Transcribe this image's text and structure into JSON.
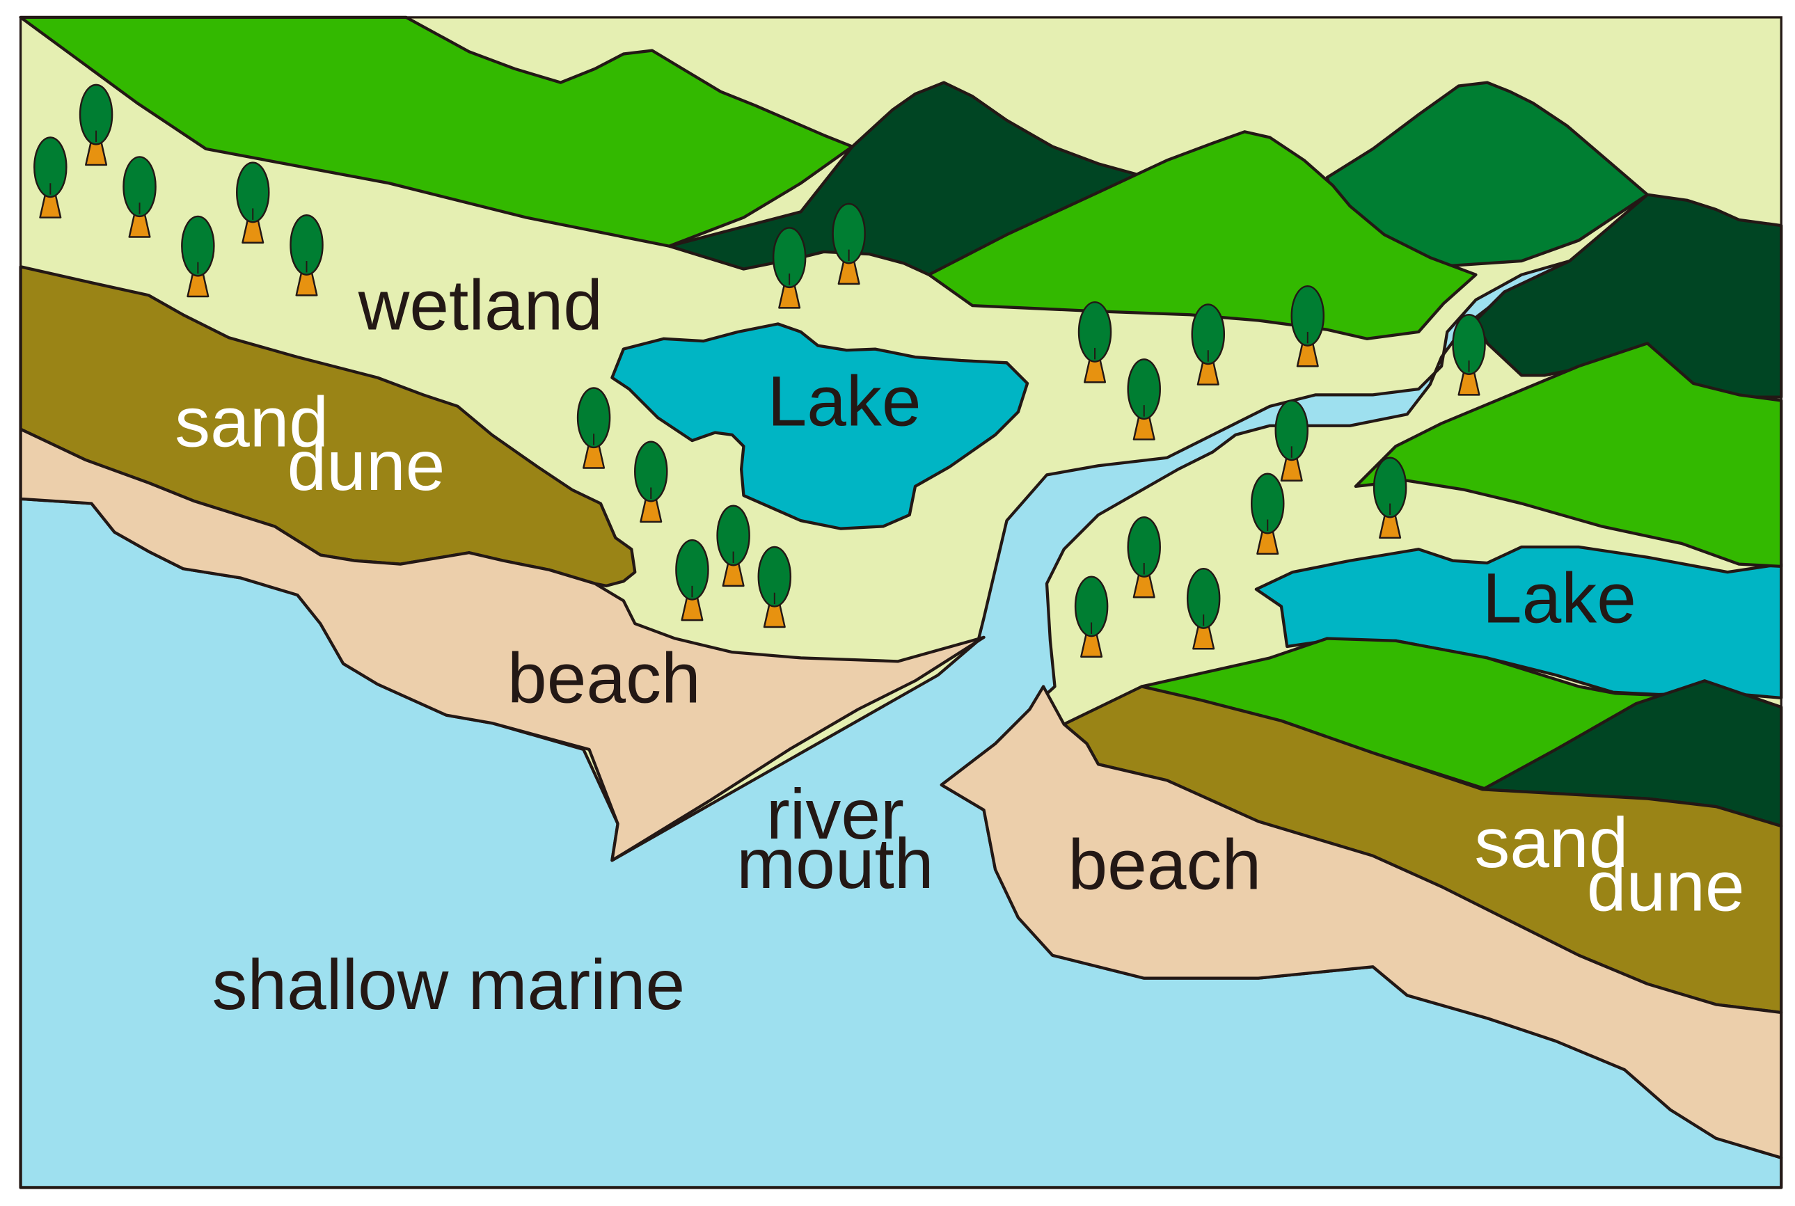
{
  "labels": {
    "wetland": "wetland",
    "lake_1": "Lake",
    "lake_2": "Lake",
    "sand_dune_left_1": "sand",
    "sand_dune_left_2": "dune",
    "sand_dune_right_1": "sand",
    "sand_dune_right_2": "dune",
    "beach_left": "beach",
    "beach_right": "beach",
    "river_mouth_1": "river",
    "river_mouth_2": "mouth",
    "shallow_marine": "shallow marine"
  },
  "colors": {
    "sea": "#9ee0ef",
    "lake": "#00b5c4",
    "beach": "#eccfab",
    "sand_dune": "#9a8416",
    "wetland": "#e5efb2",
    "hill_light": "#33b900",
    "hill_mid": "#007e32",
    "hill_dark": "#004523",
    "tree_crown": "#007e32",
    "tree_trunk": "#e79210",
    "outline": "#231815"
  },
  "icons": {
    "tree": "tree-icon"
  }
}
